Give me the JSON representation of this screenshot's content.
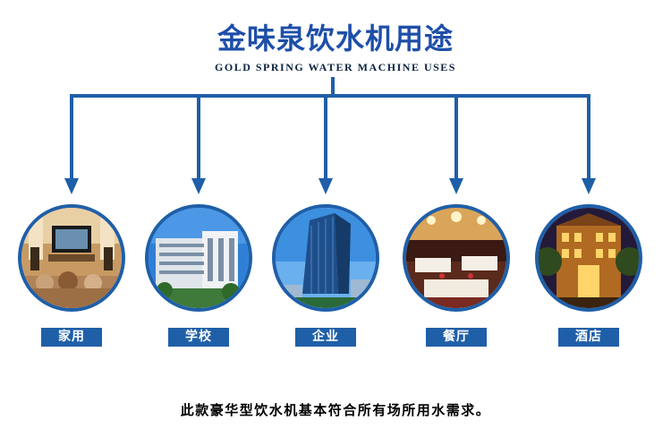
{
  "title_cn": "金味泉饮水机用途",
  "title_en": "GOLD SPRING WATER MACHINE USES",
  "uses": [
    {
      "label": "家用",
      "image": "living-room-photo"
    },
    {
      "label": "学校",
      "image": "school-building-photo"
    },
    {
      "label": "企业",
      "image": "office-tower-photo"
    },
    {
      "label": "餐厅",
      "image": "restaurant-interior-photo"
    },
    {
      "label": "酒店",
      "image": "hotel-exterior-photo"
    }
  ],
  "footer": "此款豪华型饮水机基本符合所有场所用水需求。",
  "colors": {
    "accent": "#1f5fa8",
    "title": "#1e4fa8",
    "subtitle": "#0c2340"
  }
}
